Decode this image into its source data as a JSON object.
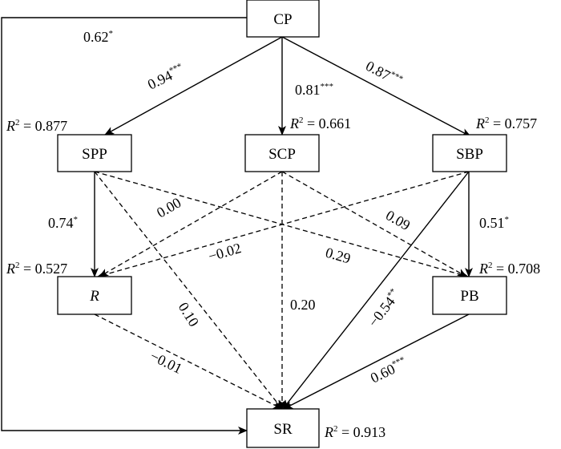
{
  "nodes": {
    "CP": "CP",
    "SPP": "SPP",
    "SCP": "SCP",
    "SBP": "SBP",
    "R": "R",
    "PB": "PB",
    "SR": "SR"
  },
  "r2": {
    "prefix": "R",
    "sup": "2",
    "SPP": " = 0.877",
    "SCP": " = 0.661",
    "SBP": " = 0.757",
    "R": " = 0.527",
    "PB": " = 0.708",
    "SR": " = 0.913"
  },
  "edges": [
    {
      "from": "CP",
      "to": "SR",
      "style": "solid",
      "value": "0.62",
      "stars": "*"
    },
    {
      "from": "CP",
      "to": "SPP",
      "style": "solid",
      "value": "0.94",
      "stars": "***"
    },
    {
      "from": "CP",
      "to": "SCP",
      "style": "solid",
      "value": "0.81",
      "stars": "***"
    },
    {
      "from": "CP",
      "to": "SBP",
      "style": "solid",
      "value": "0.87",
      "stars": "***"
    },
    {
      "from": "SPP",
      "to": "R",
      "style": "solid",
      "value": "0.74",
      "stars": "*"
    },
    {
      "from": "SBP",
      "to": "PB",
      "style": "solid",
      "value": "0.51",
      "stars": "*"
    },
    {
      "from": "SCP",
      "to": "R",
      "style": "dashed",
      "value": "0.00",
      "stars": ""
    },
    {
      "from": "SBP",
      "to": "R",
      "style": "dashed",
      "value": "−0.02",
      "stars": ""
    },
    {
      "from": "SCP",
      "to": "PB",
      "style": "dashed",
      "value": "0.09",
      "stars": ""
    },
    {
      "from": "SPP",
      "to": "PB",
      "style": "dashed",
      "value": "0.29",
      "stars": ""
    },
    {
      "from": "SPP",
      "to": "SR",
      "style": "dashed",
      "value": "0.10",
      "stars": ""
    },
    {
      "from": "SCP",
      "to": "SR",
      "style": "dashed",
      "value": "0.20",
      "stars": ""
    },
    {
      "from": "SBP",
      "to": "SR",
      "style": "solid",
      "value": "−0.54",
      "stars": "**"
    },
    {
      "from": "R",
      "to": "SR",
      "style": "dashed",
      "value": "−0.01",
      "stars": ""
    },
    {
      "from": "PB",
      "to": "SR",
      "style": "solid",
      "value": "0.60",
      "stars": "***"
    }
  ]
}
